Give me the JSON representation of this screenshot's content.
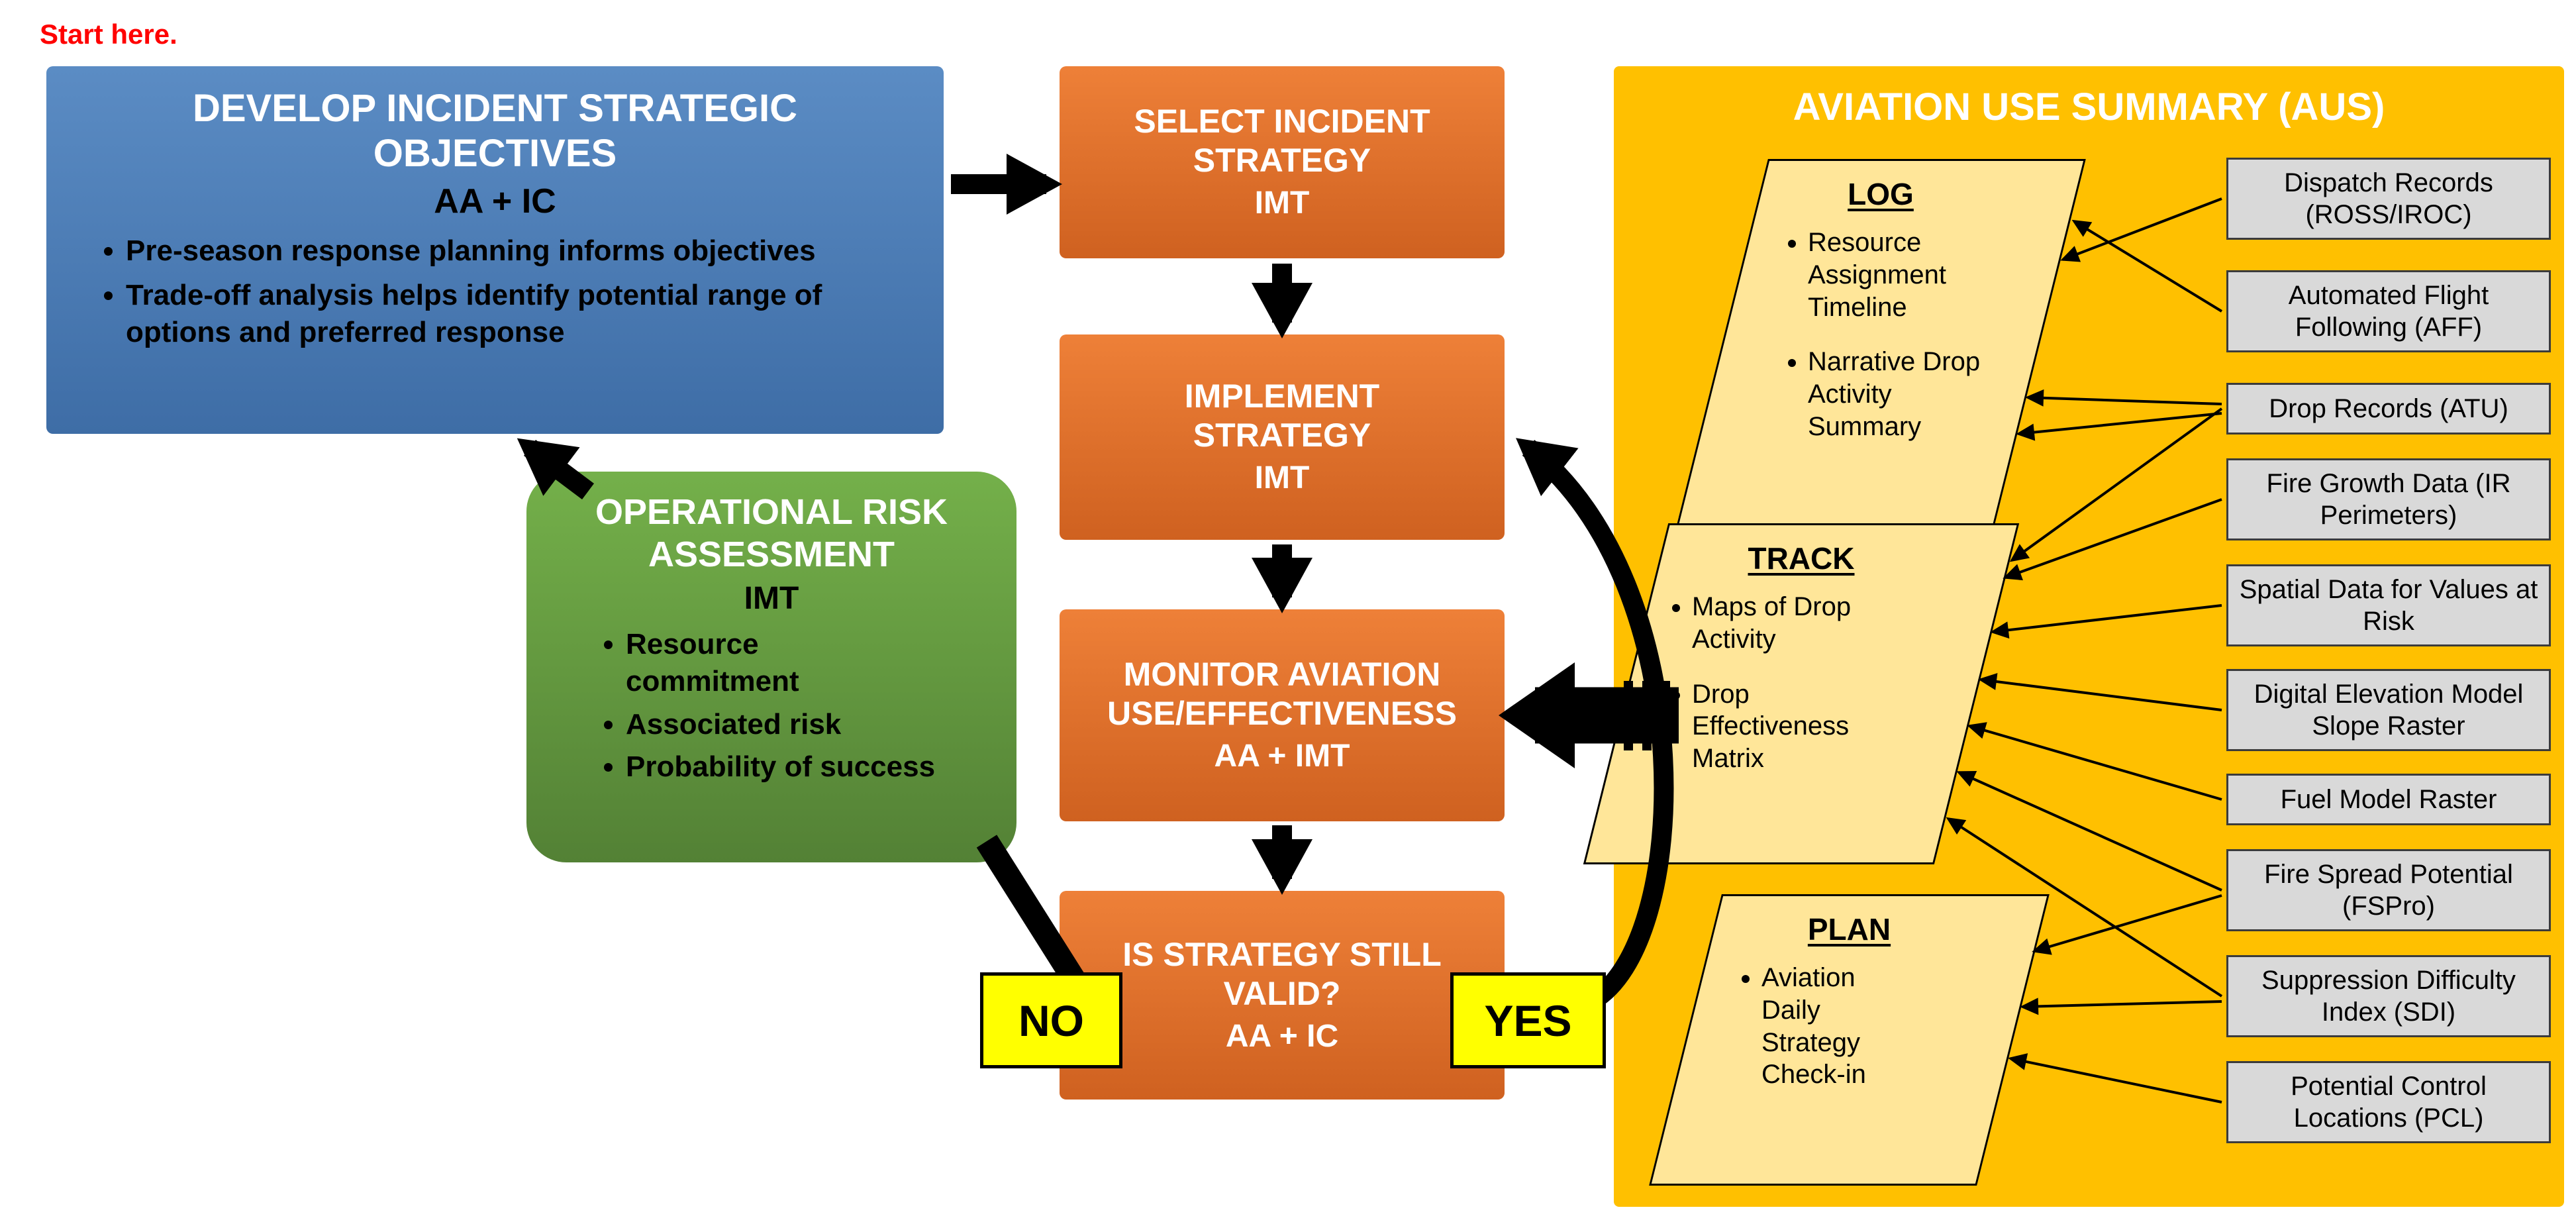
{
  "start_label": "Start here.",
  "flow": {
    "develop": {
      "title": "DEVELOP INCIDENT STRATEGIC OBJECTIVES",
      "subtitle": "AA + IC",
      "bullets": [
        "Pre-season response planning informs objectives",
        "Trade-off analysis helps identify potential range of options and preferred response"
      ]
    },
    "select": {
      "title": "SELECT INCIDENT STRATEGY",
      "subtitle": "IMT"
    },
    "implement": {
      "title": "IMPLEMENT STRATEGY",
      "subtitle": "IMT"
    },
    "monitor": {
      "title": "MONITOR AVIATION USE/EFFECTIVENESS",
      "subtitle": "AA + IMT"
    },
    "valid": {
      "title": "IS STRATEGY STILL VALID?",
      "subtitle": "AA + IC"
    },
    "risk": {
      "title": "OPERATIONAL RISK ASSESSMENT",
      "subtitle": "IMT",
      "bullets": [
        "Resource commitment",
        "Associated risk",
        "Probability of success"
      ]
    },
    "no_label": "NO",
    "yes_label": "YES"
  },
  "aus": {
    "title": "AVIATION USE SUMMARY (AUS)",
    "stages": [
      {
        "title": "LOG",
        "bullets": [
          "Resource Assignment Timeline",
          "Narrative Drop Activity Summary"
        ]
      },
      {
        "title": "TRACK",
        "bullets": [
          "Maps of Drop Activity",
          "Drop Effectiveness Matrix"
        ]
      },
      {
        "title": "PLAN",
        "bullets": [
          "Aviation Daily Strategy Check-in"
        ]
      }
    ],
    "sources": [
      "Dispatch Records (ROSS/IROC)",
      "Automated Flight Following (AFF)",
      "Drop Records (ATU)",
      "Fire Growth Data (IR Perimeters)",
      "Spatial Data for Values at Risk",
      "Digital Elevation Model Slope Raster",
      "Fuel Model Raster",
      "Fire Spread Potential (FSPro)",
      "Suppression Difficulty Index (SDI)",
      "Potential Control Locations (PCL)"
    ]
  },
  "connections": [
    {
      "from": "DEVELOP INCIDENT STRATEGIC OBJECTIVES",
      "to": "SELECT INCIDENT STRATEGY"
    },
    {
      "from": "SELECT INCIDENT STRATEGY",
      "to": "IMPLEMENT STRATEGY"
    },
    {
      "from": "IMPLEMENT STRATEGY",
      "to": "MONITOR AVIATION USE/EFFECTIVENESS"
    },
    {
      "from": "MONITOR AVIATION USE/EFFECTIVENESS",
      "to": "IS STRATEGY STILL VALID?"
    },
    {
      "from": "IS STRATEGY STILL VALID?",
      "via": "YES",
      "to": "IMPLEMENT STRATEGY"
    },
    {
      "from": "IS STRATEGY STILL VALID?",
      "via": "NO",
      "to": "OPERATIONAL RISK ASSESSMENT"
    },
    {
      "from": "OPERATIONAL RISK ASSESSMENT",
      "to": "DEVELOP INCIDENT STRATEGIC OBJECTIVES"
    },
    {
      "from": "AVIATION USE SUMMARY (AUS)",
      "to": "MONITOR AVIATION USE/EFFECTIVENESS"
    },
    {
      "from": "Dispatch Records (ROSS/IROC)",
      "to": "LOG"
    },
    {
      "from": "Automated Flight Following (AFF)",
      "to": "LOG"
    },
    {
      "from": "Drop Records (ATU)",
      "to": "LOG"
    },
    {
      "from": "Drop Records (ATU)",
      "to": "TRACK"
    },
    {
      "from": "Fire Growth Data (IR Perimeters)",
      "to": "TRACK"
    },
    {
      "from": "Spatial Data for Values at Risk",
      "to": "TRACK"
    },
    {
      "from": "Digital Elevation Model Slope Raster",
      "to": "TRACK"
    },
    {
      "from": "Fuel Model Raster",
      "to": "TRACK"
    },
    {
      "from": "Fire Spread Potential (FSPro)",
      "to": "TRACK"
    },
    {
      "from": "Suppression Difficulty Index (SDI)",
      "to": "TRACK"
    },
    {
      "from": "Fire Spread Potential (FSPro)",
      "to": "PLAN"
    },
    {
      "from": "Suppression Difficulty Index (SDI)",
      "to": "PLAN"
    },
    {
      "from": "Potential Control Locations (PCL)",
      "to": "PLAN"
    }
  ],
  "colors": {
    "process_blue": "#4878b0",
    "process_orange": "#e8742c",
    "risk_green": "#6aa84f",
    "aus_gold": "#ffc000",
    "stage_fill": "#ffe699",
    "source_fill": "#d9d9d9",
    "decision_yellow": "#ffff00",
    "start_red": "#ff0000",
    "arrow_black": "#000000"
  }
}
